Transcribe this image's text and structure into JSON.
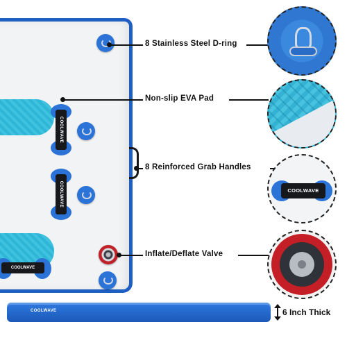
{
  "features": [
    {
      "label": "8 Stainless Steel D-ring"
    },
    {
      "label": "Non-slip EVA Pad"
    },
    {
      "label": "8 Reinforced Grab Handles"
    },
    {
      "label": "Inflate/Deflate Valve"
    }
  ],
  "brand": {
    "handle_logo": "COOLWAVE",
    "tube_logo": "COOLWAVE"
  },
  "thickness": {
    "label": "6 Inch Thick"
  },
  "colors": {
    "board_blue": "#2b73d6",
    "pad_teal": "#2fb6d6",
    "valve_red": "#c41e26",
    "strap_black": "#16181c"
  },
  "icons": [
    "d-ring-icon",
    "eva-pad-icon",
    "grab-handle-icon",
    "valve-icon",
    "thickness-arrow-icon"
  ]
}
